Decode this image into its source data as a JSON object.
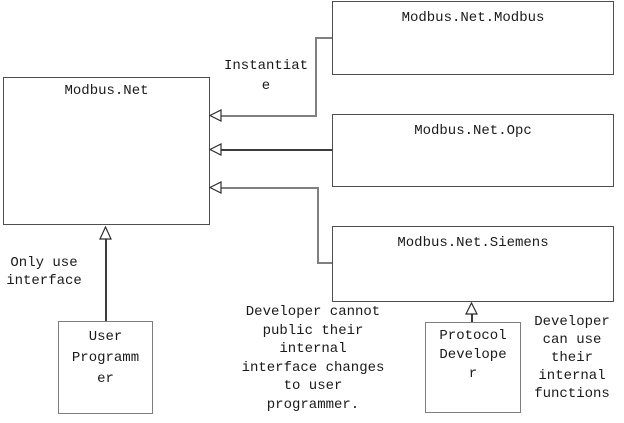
{
  "diagram": {
    "background": "#ffffff",
    "colors": {
      "connector_gray": "#808080",
      "connector_dark": "#3c3c3c",
      "box_border_dark": "#4d4d4d",
      "box_border_light": "#7d7d7d",
      "text": "#1a1a1a"
    },
    "boxes": {
      "modbus_net": {
        "title": "Modbus.Net"
      },
      "modbus": {
        "title": "Modbus.Net.Modbus"
      },
      "opc": {
        "title": "Modbus.Net.Opc"
      },
      "siemens": {
        "title": "Modbus.Net.Siemens"
      },
      "user_programmer": {
        "lines": [
          "User",
          "Programm",
          "er"
        ]
      },
      "protocol_developer": {
        "lines": [
          "Protocol",
          "Develope",
          "r"
        ]
      }
    },
    "annotations": {
      "instantiate": {
        "lines": [
          "Instantiat",
          "e"
        ],
        "text": "Instantiate"
      },
      "only_use_interface": {
        "lines": [
          "Only use",
          "interface"
        ],
        "text": "Only use interface"
      },
      "developer_cannot": {
        "lines": [
          "Developer cannot",
          "public their",
          "internal",
          "interface changes",
          "to user",
          "programmer."
        ],
        "text": "Developer cannot public their internal interface changes to user programmer."
      },
      "developer_can": {
        "lines": [
          "Developer",
          "can use",
          "their",
          "internal",
          "functions"
        ],
        "text": "Developer can use their internal functions"
      }
    },
    "connectors": [
      {
        "from": "Modbus.Net.Modbus",
        "to": "Modbus.Net",
        "type": "hollow-arrow",
        "label": "Instantiate"
      },
      {
        "from": "Modbus.Net.Opc",
        "to": "Modbus.Net",
        "type": "hollow-arrow"
      },
      {
        "from": "Modbus.Net.Siemens",
        "to": "Modbus.Net",
        "type": "hollow-arrow"
      },
      {
        "from": "User Programmer",
        "to": "Modbus.Net",
        "type": "hollow-arrow",
        "label": "Only use interface"
      },
      {
        "from": "Protocol Developer",
        "to": "Modbus.Net.Siemens",
        "type": "hollow-arrow"
      }
    ]
  }
}
